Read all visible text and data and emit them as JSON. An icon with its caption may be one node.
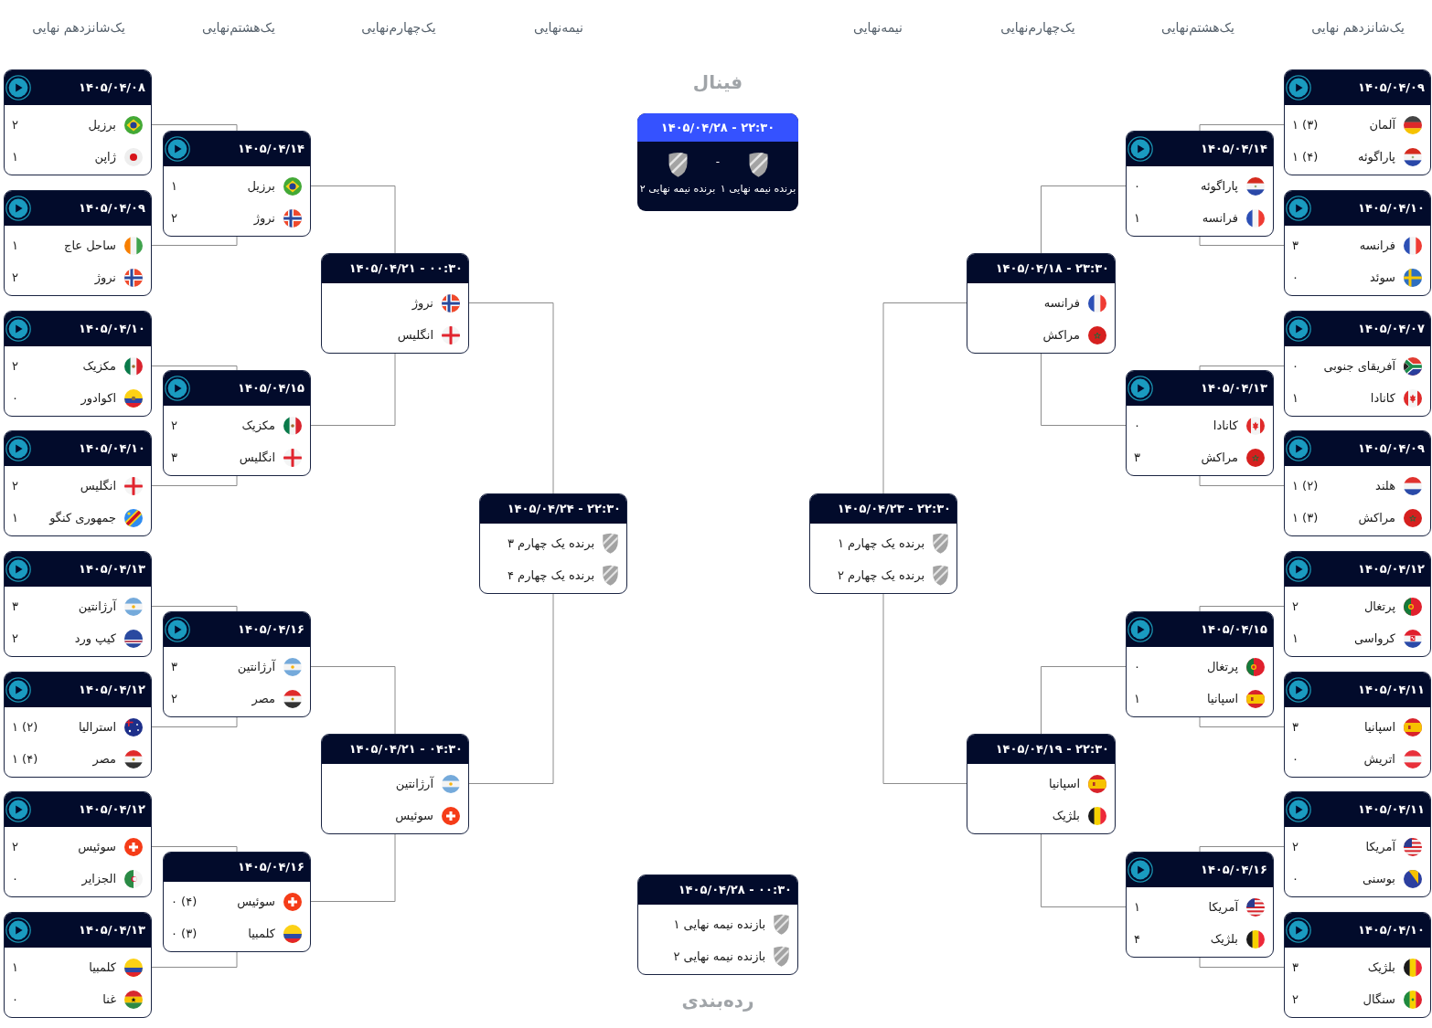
{
  "diagram": {
    "nodes": [
      {
        "text": [
          "۱۴۰۵/۰۴/۰۸",
          "برزیل",
          "۲",
          "ژاپن",
          "۱"
        ]
      },
      {
        "text": [
          "۱۴۰۵/۰۴/۰۹",
          "ساحل عاج",
          "۱",
          "نروژ",
          "۲"
        ]
      },
      {
        "text": [
          "۱۴۰۵/۰۴/۱۰",
          "مکزیک",
          "۲",
          "اکوادور",
          "۰"
        ]
      },
      {
        "text": [
          "۱۴۰۵/۰۴/۱۰",
          "انگلیس",
          "۲",
          "جمهوری کنگو",
          "۱"
        ]
      },
      {
        "text": [
          "۱۴۰۵/۰۴/۱۳",
          "آرژانتین",
          "۳",
          "کیپ ورد",
          "۲"
        ]
      },
      {
        "text": [
          "۱۴۰۵/۰۴/۱۲",
          "استرالیا",
          "۱ (۲)",
          "مصر",
          "۱ (۴)"
        ]
      },
      {
        "text": [
          "۱۴۰۵/۰۴/۱۲",
          "سوئیس",
          "۲",
          "الجزایر",
          "۰"
        ]
      },
      {
        "text": [
          "۱۴۰۵/۰۴/۱۳",
          "کلمبیا",
          "۱",
          "غنا",
          "۰"
        ]
      },
      {
        "text": [
          "۱۴۰۵/۰۴/۱۴",
          "برزیل",
          "۱",
          "نروژ",
          "۲"
        ]
      },
      {
        "text": [
          "۱۴۰۵/۰۴/۱۵",
          "مکزیک",
          "۲",
          "انگلیس",
          "۳"
        ]
      },
      {
        "text": [
          "۱۴۰۵/۰۴/۱۶",
          "آرژانتین",
          "۳",
          "مصر",
          "۲"
        ]
      },
      {
        "text": [
          "۱۴۰۵/۰۴/۱۶",
          "سوئیس",
          "۰ (۴)",
          "کلمبیا",
          "۰ (۳)"
        ]
      },
      {
        "text": [
          "۱۴۰۵/۰۴/۲۱ - ۰۰:۳۰",
          "نروژ",
          "انگلیس"
        ]
      },
      {
        "text": [
          "۱۴۰۵/۰۴/۲۱ - ۰۴:۳۰",
          "آرژانتین",
          "سوئیس"
        ]
      },
      {
        "text": [
          "۱۴۰۵/۰۴/۲۴ - ۲۲:۳۰",
          "برنده یک چهارم ۳",
          "برنده یک چهارم ۴"
        ]
      },
      {
        "text": [
          "۱۴۰۵/۰۴/۲۸ - ۲۲:۳۰",
          "-",
          "برنده نیمه نهایی ۱",
          "برنده نیمه نهایی ۲"
        ],
        "beside": [
          "فینال"
        ]
      },
      {
        "text": [
          "۱۴۰۵/۰۴/۲۸ - ۰۰:۳۰",
          "بازنده نیمه نهایی ۱",
          "بازنده نیمه نهایی ۲"
        ],
        "beside": [
          "رده‌بندی"
        ]
      },
      {
        "text": [
          "۱۴۰۵/۰۴/۲۳ - ۲۲:۳۰",
          "برنده یک چهارم ۱",
          "برنده یک چهارم ۲"
        ]
      },
      {
        "text": [
          "۱۴۰۵/۰۴/۱۸ - ۲۳:۳۰",
          "فرانسه",
          "مراکش"
        ]
      },
      {
        "text": [
          "۱۴۰۵/۰۴/۱۹ - ۲۲:۳۰",
          "اسپانیا",
          "بلژیک"
        ]
      },
      {
        "text": [
          "۱۴۰۵/۰۴/۱۴",
          "پاراگوئه",
          "۰",
          "فرانسه",
          "۱"
        ]
      },
      {
        "text": [
          "۱۴۰۵/۰۴/۱۳",
          "کانادا",
          "۰",
          "مراکش",
          "۳"
        ]
      },
      {
        "text": [
          "۱۴۰۵/۰۴/۱۵",
          "پرتغال",
          "۰",
          "اسپانیا",
          "۱"
        ]
      },
      {
        "text": [
          "۱۴۰۵/۰۴/۱۶",
          "آمریکا",
          "۱",
          "بلژیک",
          "۴"
        ]
      },
      {
        "text": [
          "۱۴۰۵/۰۴/۰۹",
          "آلمان",
          "۱ (۳)",
          "پاراگوئه",
          "۱ (۴)"
        ]
      },
      {
        "text": [
          "۱۴۰۵/۰۴/۱۰",
          "فرانسه",
          "۳",
          "سوئد",
          "۰"
        ]
      },
      {
        "text": [
          "۱۴۰۵/۰۴/۰۷",
          "آفریقای جنوبی",
          "۰",
          "کانادا",
          "۱"
        ]
      },
      {
        "text": [
          "۱۴۰۵/۰۴/۰۹",
          "هلند",
          "۱ (۲)",
          "مراکش",
          "۱ (۳)"
        ]
      },
      {
        "text": [
          "۱۴۰۵/۰۴/۱۲",
          "پرتغال",
          "۲",
          "کرواسی",
          "۱"
        ]
      },
      {
        "text": [
          "۱۴۰۵/۰۴/۱۱",
          "اسپانیا",
          "۳",
          "اتریش",
          "۰"
        ]
      },
      {
        "text": [
          "۱۴۰۵/۰۴/۱۱",
          "آمریکا",
          "۲",
          "بوسنی",
          "۰"
        ]
      },
      {
        "text": [
          "۱۴۰۵/۰۴/۱۰",
          "بلژیک",
          "۳",
          "سنگال",
          "۲"
        ]
      }
    ],
    "edges": [
      {
        "from": 0,
        "to": 8,
        "arrow": "none"
      },
      {
        "from": 1,
        "to": 8,
        "arrow": "none"
      },
      {
        "from": 2,
        "to": 9,
        "arrow": "none"
      },
      {
        "from": 3,
        "to": 9,
        "arrow": "none"
      },
      {
        "from": 4,
        "to": 10,
        "arrow": "none"
      },
      {
        "from": 5,
        "to": 10,
        "arrow": "none"
      },
      {
        "from": 6,
        "to": 11,
        "arrow": "none"
      },
      {
        "from": 7,
        "to": 11,
        "arrow": "none"
      },
      {
        "from": 8,
        "to": 12,
        "arrow": "none"
      },
      {
        "from": 9,
        "to": 12,
        "arrow": "none"
      },
      {
        "from": 10,
        "to": 13,
        "arrow": "none"
      },
      {
        "from": 11,
        "to": 13,
        "arrow": "none"
      },
      {
        "from": 12,
        "to": 14,
        "arrow": "none"
      },
      {
        "from": 13,
        "to": 14,
        "arrow": "none"
      },
      {
        "from": 24,
        "to": 20,
        "arrow": "none"
      },
      {
        "from": 25,
        "to": 20,
        "arrow": "none"
      },
      {
        "from": 26,
        "to": 21,
        "arrow": "none"
      },
      {
        "from": 27,
        "to": 21,
        "arrow": "none"
      },
      {
        "from": 28,
        "to": 22,
        "arrow": "none"
      },
      {
        "from": 29,
        "to": 22,
        "arrow": "none"
      },
      {
        "from": 30,
        "to": 23,
        "arrow": "none"
      },
      {
        "from": 31,
        "to": 23,
        "arrow": "none"
      },
      {
        "from": 20,
        "to": 18,
        "arrow": "none"
      },
      {
        "from": 21,
        "to": 18,
        "arrow": "none"
      },
      {
        "from": 22,
        "to": 19,
        "arrow": "none"
      },
      {
        "from": 23,
        "to": 19,
        "arrow": "none"
      },
      {
        "from": 18,
        "to": 17,
        "arrow": "none"
      },
      {
        "from": 19,
        "to": 17,
        "arrow": "none"
      }
    ],
    "labels": [
      "یک‌شانزدهم نهایی",
      "یک‌هشتم‌نهایی",
      "یک‌چهارم‌نهایی",
      "نیمه‌نهایی",
      "نیمه‌نهایی",
      "یک‌چهارم‌نهایی",
      "یک‌هشتم‌نهایی",
      "یک‌شانزدهم نهایی"
    ]
  }
}
